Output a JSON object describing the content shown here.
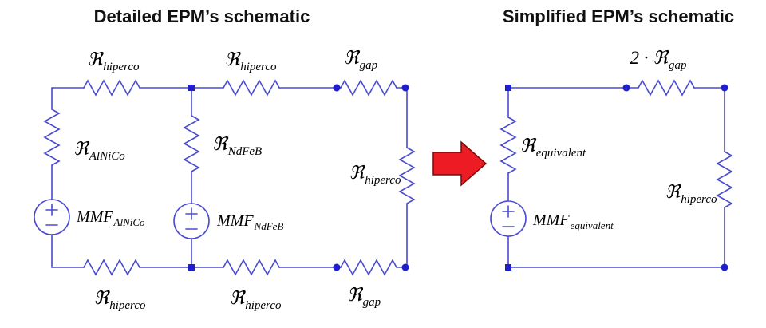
{
  "titles": {
    "left": "Detailed EPM’s schematic",
    "right": "Simplified EPM’s schematic"
  },
  "colors": {
    "wire": "#4a4ad0",
    "node": "#1f1fd0",
    "arrow_fill": "#ed1c24",
    "arrow_stroke": "#7a0a0a",
    "text": "#000000"
  },
  "left_circuit": {
    "labels": {
      "r_top_left": {
        "main": "ℜ",
        "sub": "hiperco"
      },
      "r_top_mid": {
        "main": "ℜ",
        "sub": "hiperco"
      },
      "r_top_gap": {
        "main": "ℜ",
        "sub": "gap"
      },
      "r_alnico": {
        "main": "ℜ",
        "sub": "AlNiCo"
      },
      "r_ndfeb": {
        "main": "ℜ",
        "sub": "NdFeB"
      },
      "r_right": {
        "main": "ℜ",
        "sub": "hiperco"
      },
      "mmf_alnico": {
        "main": "MMF",
        "sub": "AlNiCo"
      },
      "mmf_ndfeb": {
        "main": "MMF",
        "sub": "NdFeB"
      },
      "r_bot_left": {
        "main": "ℜ",
        "sub": "hiperco"
      },
      "r_bot_mid": {
        "main": "ℜ",
        "sub": "hiperco"
      },
      "r_bot_gap": {
        "main": "ℜ",
        "sub": "gap"
      }
    }
  },
  "right_circuit": {
    "labels": {
      "r_2gap": {
        "main": "2 · ℜ",
        "sub": "gap"
      },
      "r_equivalent": {
        "main": "ℜ",
        "sub": "equivalent"
      },
      "r_hiperco": {
        "main": "ℜ",
        "sub": "hiperco"
      },
      "mmf_equivalent": {
        "main": "MMF",
        "sub": "equivalent"
      }
    }
  }
}
